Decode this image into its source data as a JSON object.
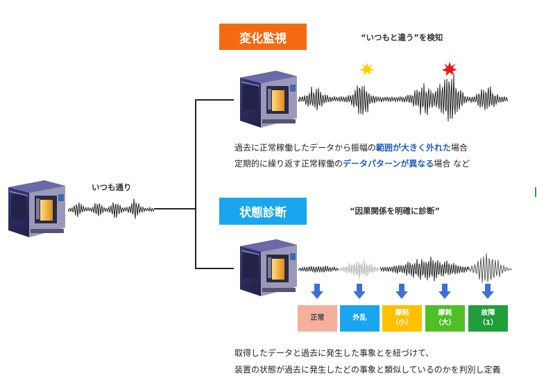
{
  "baseline": {
    "label": "いつも通り"
  },
  "change_monitoring": {
    "tag": "変化監視",
    "quote": "“いつもと違う”を検知",
    "line1": {
      "pre": "過去に正常稼働したデータから振幅の",
      "hl": "範囲が大きく外れた",
      "post": "場合"
    },
    "line2": {
      "pre": "定期的に繰り返す正常稼働の",
      "hl": "データパターンが異なる",
      "post": "場合 など"
    }
  },
  "condition_diagnosis": {
    "tag": "状態診断",
    "quote": "“因果関係を明確に診断”",
    "categories": [
      {
        "line1": "正常",
        "line2": "",
        "color": "#f4b09a",
        "text_color": "#444444"
      },
      {
        "line1": "外乱",
        "line2": "",
        "color": "#1aa6ee",
        "text_color": "#ffffff"
      },
      {
        "line1": "摩耗",
        "line2": "（小）",
        "color": "#ffc000",
        "text_color": "#ffffff"
      },
      {
        "line1": "摩耗",
        "line2": "（大）",
        "color": "#4fbf26",
        "text_color": "#ffffff"
      },
      {
        "line1": "故障",
        "line2": "（1）",
        "color": "#1f9e3a",
        "text_color": "#ffffff"
      }
    ],
    "desc_line1": "取得したデータと過去に発生した事象とを紐づけて、",
    "desc_line2": "装置の状態が過去に発生したどの事象と類似しているのかを判別し定義"
  },
  "colors": {
    "orange": "#f46a12",
    "blue": "#1aa6ee",
    "highlight": "#1f5fbf",
    "arrow": "#3f6fd6",
    "burst_yellow": "#f5d300",
    "burst_red": "#e31b1b"
  },
  "icons": [
    "machine-icon",
    "waveform",
    "burst-icon",
    "down-arrow-icon"
  ]
}
